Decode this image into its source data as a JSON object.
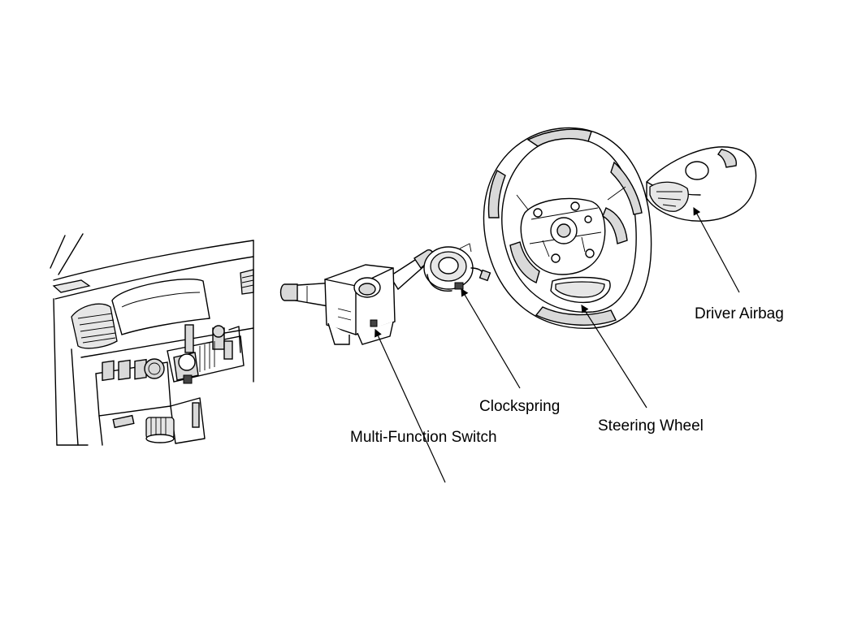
{
  "labels": {
    "multi_function_switch": "Multi-Function Switch",
    "clockspring": "Clockspring",
    "steering_wheel": "Steering Wheel",
    "driver_airbag": "Driver Airbag"
  }
}
